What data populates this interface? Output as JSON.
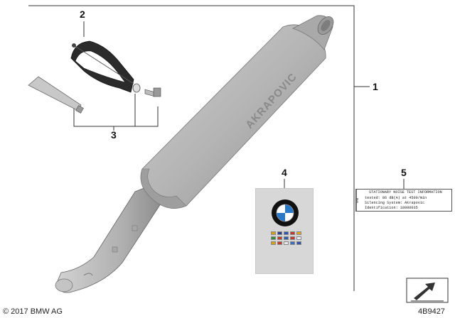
{
  "callouts": {
    "c1": "1",
    "c2": "2",
    "c3": "3",
    "c4": "4",
    "c5": "5"
  },
  "muffler_brand": "AKRAPOVIC",
  "noise_label": {
    "side_text": "BMW",
    "header": "STATIONARY NOISE TEST INFORMATION",
    "line1": "tested: 86 dB(A) at 4500/min",
    "line2": "Silencing System: Akrapovic",
    "line3": "Identification: 18000035"
  },
  "booklet_flags": [
    {
      "name": "flag-de",
      "color": "#d4a017"
    },
    {
      "name": "flag-uk",
      "color": "#2a3f8f"
    },
    {
      "name": "flag-fr",
      "color": "#3355aa"
    },
    {
      "name": "flag-nl",
      "color": "#c0392b"
    },
    {
      "name": "flag-es",
      "color": "#e0a020"
    },
    {
      "name": "flag-it",
      "color": "#2e8b3a"
    },
    {
      "name": "flag-pt",
      "color": "#c0392b"
    },
    {
      "name": "flag-se",
      "color": "#2a5fa8"
    },
    {
      "name": "flag-dk",
      "color": "#c0392b"
    },
    {
      "name": "flag-fi",
      "color": "#e8e8ff"
    },
    {
      "name": "flag-be",
      "color": "#d4a017"
    },
    {
      "name": "flag-no",
      "color": "#c0392b"
    },
    {
      "name": "flag-pl",
      "color": "#e8e8e8"
    },
    {
      "name": "flag-gr",
      "color": "#3a6fc0"
    },
    {
      "name": "flag-ru",
      "color": "#3355aa"
    }
  ],
  "footer": {
    "copyright": "© 2017 BMW AG",
    "diagram_id": "4B9427"
  },
  "colors": {
    "muffler_body": "#b8b8b8",
    "muffler_shadow": "#8f8f8f",
    "line": "#333333",
    "booklet": "#d7d7d7"
  }
}
